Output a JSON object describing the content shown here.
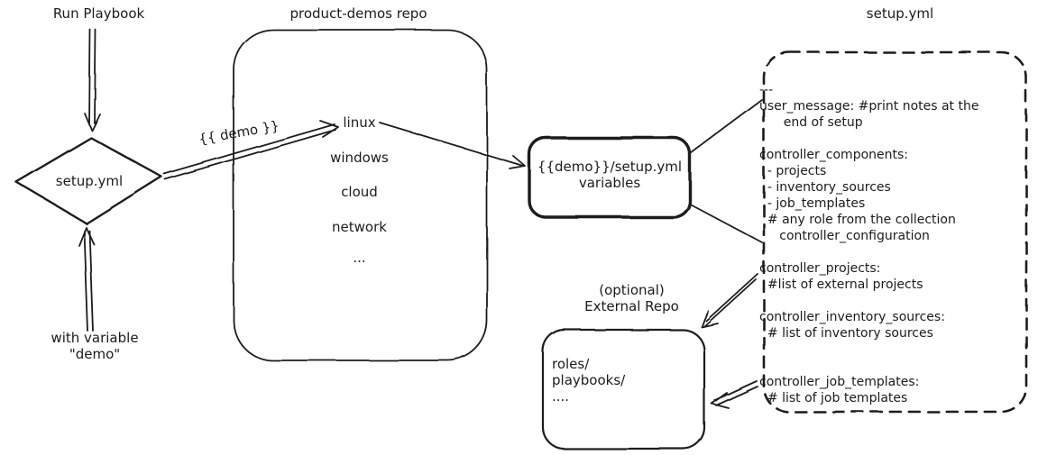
{
  "colors": {
    "ink": "#1b1b1b",
    "background": "#ffffff"
  },
  "labels": {
    "run_playbook": "Run Playbook",
    "with_variable_line1": "with variable",
    "with_variable_line2": "\"demo\"",
    "repo_title": "product-demos repo",
    "diamond": "setup.yml",
    "demo_var": "{{ demo }}",
    "variables_line1": "{{demo}}/setup.yml",
    "variables_line2": "variables",
    "yaml_title": "setup.yml",
    "optional_line1": "(optional)",
    "optional_line2": "External Repo"
  },
  "repo_items": [
    "linux",
    "windows",
    "cloud",
    "network",
    "..."
  ],
  "yaml_lines": [
    "---",
    "user_message: #print notes at the",
    "      end of setup",
    "",
    "controller_components:",
    "  - projects",
    "  - inventory_sources",
    "  - job_templates",
    "  # any role from the collection",
    "     controller_configuration",
    "",
    "controller_projects:",
    "  #list of external projects",
    "",
    "controller_inventory_sources:",
    "  # list of inventory sources",
    "",
    "",
    "controller_job_templates:",
    "  # list of job templates"
  ],
  "external_repo_lines": [
    "roles/",
    "playbooks/",
    "...."
  ]
}
